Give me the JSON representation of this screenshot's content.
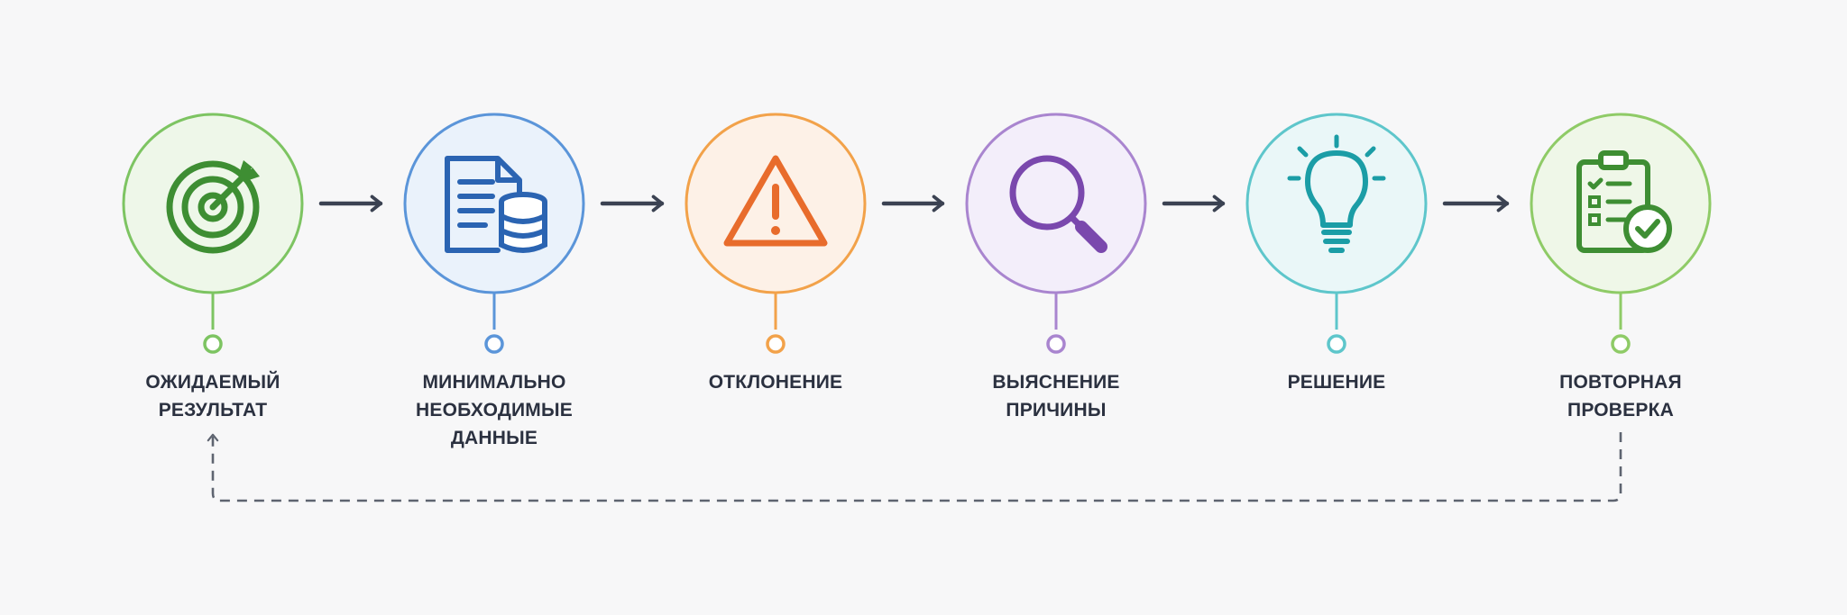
{
  "steps": [
    {
      "id": "expected",
      "icon": "target-icon",
      "color": "#7dc462",
      "icon_color": "#3e8e33",
      "fill": "#eef7e9",
      "label_lines": [
        "ОЖИДАЕМЫЙ",
        "РЕЗУЛЬТАТ"
      ]
    },
    {
      "id": "minimal-data",
      "icon": "document-database-icon",
      "color": "#5b95d9",
      "icon_color": "#2b64b2",
      "fill": "#eaf2fb",
      "label_lines": [
        "МИНИМАЛЬНО",
        "НЕОБХОДИМЫЕ",
        "ДАННЫЕ"
      ]
    },
    {
      "id": "deviation",
      "icon": "warning-triangle-icon",
      "color": "#f2a24a",
      "icon_color": "#e86c2c",
      "fill": "#fdf1e7",
      "label_lines": [
        "ОТКЛОНЕНИЕ"
      ]
    },
    {
      "id": "cause",
      "icon": "magnifier-icon",
      "color": "#a985cf",
      "icon_color": "#7a48ad",
      "fill": "#f3eefa",
      "label_lines": [
        "ВЫЯСНЕНИЕ",
        "ПРИЧИНЫ"
      ]
    },
    {
      "id": "solution",
      "icon": "lightbulb-icon",
      "color": "#5ec6cb",
      "icon_color": "#1b9da6",
      "fill": "#eaf7f8",
      "label_lines": [
        "РЕШЕНИЕ"
      ]
    },
    {
      "id": "recheck",
      "icon": "checklist-icon",
      "color": "#8fcb67",
      "icon_color": "#3e8e33",
      "fill": "#eff7e8",
      "label_lines": [
        "ПОВТОРНАЯ",
        "ПРОВЕРКА"
      ]
    }
  ],
  "arrow_color": "#3b4252",
  "loop_color": "#5e6470"
}
